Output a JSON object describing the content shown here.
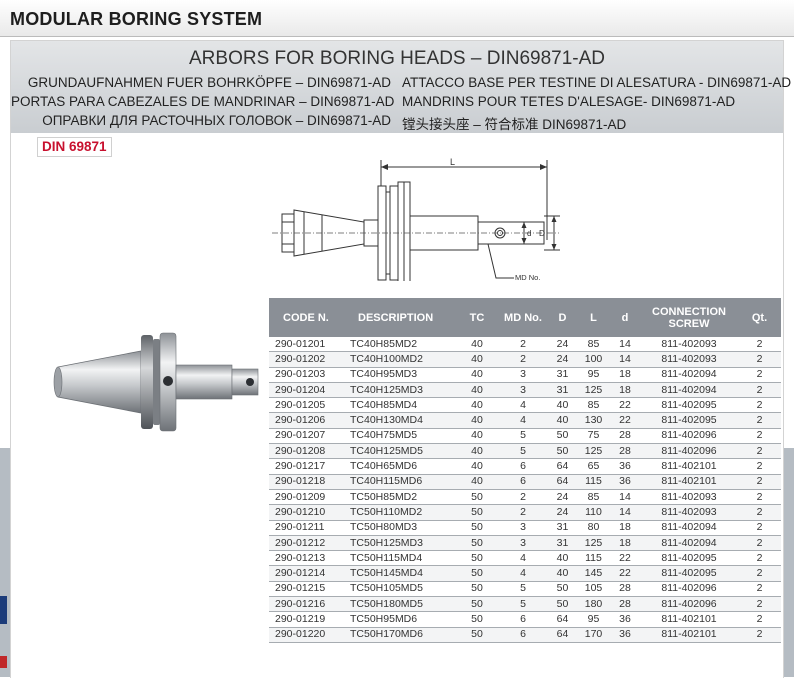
{
  "page_title": "MODULAR BORING SYSTEM",
  "heading": "ARBORS FOR BORING HEADS – DIN69871-AD",
  "subtitles_left": [
    "GRUNDAUFNAHMEN FUER BOHRKÖPFE – DIN69871-AD",
    "PORTAS PARA CABEZALES DE MANDRINAR – DIN69871-AD",
    "ОПРАВКИ ДЛЯ РАСТОЧНЫХ ГОЛОВОК – DIN69871-AD"
  ],
  "subtitles_right": [
    "ATTACCO BASE PER TESTINE DI ALESATURA - DIN69871-AD",
    "MANDRINS POUR TETES D'ALESAGE- DIN69871-AD",
    "镗头接头座 – 符合标准 DIN69871-AD"
  ],
  "standard_badge": "DIN 69871",
  "drawing_labels": {
    "length": "L",
    "small_d": "d",
    "big_d": "D",
    "md": "MD No."
  },
  "table": {
    "headers": [
      "CODE N.",
      "DESCRIPTION",
      "TC",
      "MD No.",
      "D",
      "L",
      "d",
      "CONNECTION SCREW",
      "Qt."
    ],
    "rows": [
      [
        "290-01201",
        "TC40H85MD2",
        "40",
        "2",
        "24",
        "85",
        "14",
        "811-402093",
        "2"
      ],
      [
        "290-01202",
        "TC40H100MD2",
        "40",
        "2",
        "24",
        "100",
        "14",
        "811-402093",
        "2"
      ],
      [
        "290-01203",
        "TC40H95MD3",
        "40",
        "3",
        "31",
        "95",
        "18",
        "811-402094",
        "2"
      ],
      [
        "290-01204",
        "TC40H125MD3",
        "40",
        "3",
        "31",
        "125",
        "18",
        "811-402094",
        "2"
      ],
      [
        "290-01205",
        "TC40H85MD4",
        "40",
        "4",
        "40",
        "85",
        "22",
        "811-402095",
        "2"
      ],
      [
        "290-01206",
        "TC40H130MD4",
        "40",
        "4",
        "40",
        "130",
        "22",
        "811-402095",
        "2"
      ],
      [
        "290-01207",
        "TC40H75MD5",
        "40",
        "5",
        "50",
        "75",
        "28",
        "811-402096",
        "2"
      ],
      [
        "290-01208",
        "TC40H125MD5",
        "40",
        "5",
        "50",
        "125",
        "28",
        "811-402096",
        "2"
      ],
      [
        "290-01217",
        "TC40H65MD6",
        "40",
        "6",
        "64",
        "65",
        "36",
        "811-402101",
        "2"
      ],
      [
        "290-01218",
        "TC40H115MD6",
        "40",
        "6",
        "64",
        "115",
        "36",
        "811-402101",
        "2"
      ],
      [
        "290-01209",
        "TC50H85MD2",
        "50",
        "2",
        "24",
        "85",
        "14",
        "811-402093",
        "2"
      ],
      [
        "290-01210",
        "TC50H110MD2",
        "50",
        "2",
        "24",
        "110",
        "14",
        "811-402093",
        "2"
      ],
      [
        "290-01211",
        "TC50H80MD3",
        "50",
        "3",
        "31",
        "80",
        "18",
        "811-402094",
        "2"
      ],
      [
        "290-01212",
        "TC50H125MD3",
        "50",
        "3",
        "31",
        "125",
        "18",
        "811-402094",
        "2"
      ],
      [
        "290-01213",
        "TC50H115MD4",
        "50",
        "4",
        "40",
        "115",
        "22",
        "811-402095",
        "2"
      ],
      [
        "290-01214",
        "TC50H145MD4",
        "50",
        "4",
        "40",
        "145",
        "22",
        "811-402095",
        "2"
      ],
      [
        "290-01215",
        "TC50H105MD5",
        "50",
        "5",
        "50",
        "105",
        "28",
        "811-402096",
        "2"
      ],
      [
        "290-01216",
        "TC50H180MD5",
        "50",
        "5",
        "50",
        "180",
        "28",
        "811-402096",
        "2"
      ],
      [
        "290-01219",
        "TC50H95MD6",
        "50",
        "6",
        "64",
        "95",
        "36",
        "811-402101",
        "2"
      ],
      [
        "290-01220",
        "TC50H170MD6",
        "50",
        "6",
        "64",
        "170",
        "36",
        "811-402101",
        "2"
      ]
    ]
  }
}
